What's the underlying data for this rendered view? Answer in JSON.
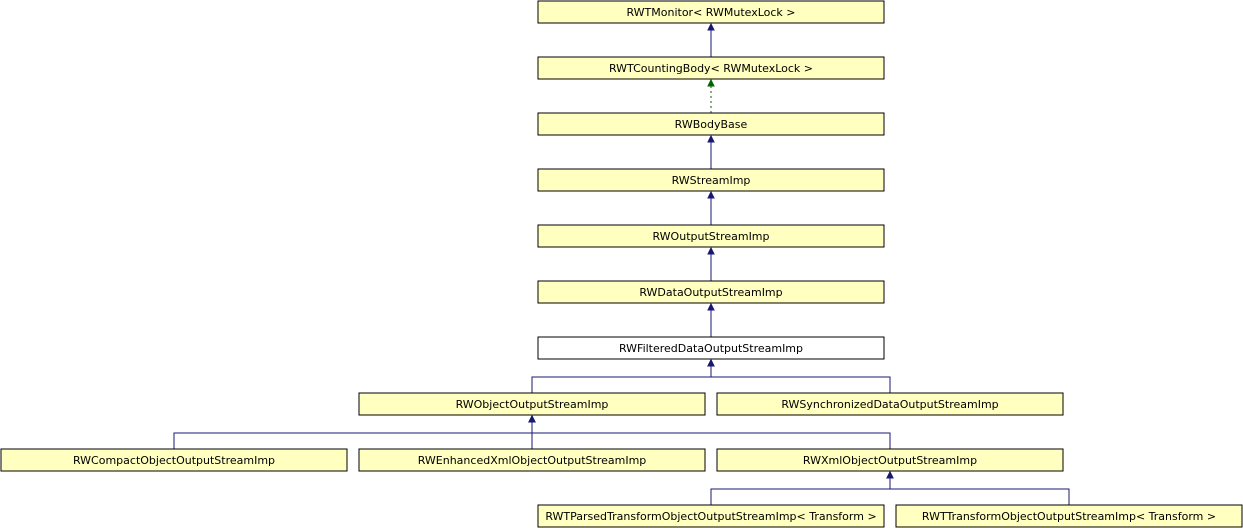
{
  "colors": {
    "node_fill": "#ffffc0",
    "current_node_fill": "#ffffff",
    "edge_inheritance": "#191970",
    "edge_template": "#006400"
  },
  "nodes": {
    "rwtmonitor": "RWTMonitor< RWMutexLock >",
    "rwtcountingbody": "RWTCountingBody< RWMutexLock >",
    "rwbodybase": "RWBodyBase",
    "rwstreamimp": "RWStreamImp",
    "rwoutputstreamimp": "RWOutputStreamImp",
    "rwdataoutputstreamimp": "RWDataOutputStreamImp",
    "rwfiltereddataoutputstreamimp": "RWFilteredDataOutputStreamImp",
    "rwobjectoutputstreamimp": "RWObjectOutputStreamImp",
    "rwsynchronizeddataoutputstreamimp": "RWSynchronizedDataOutputStreamImp",
    "rwcompactobjectoutputstreamimp": "RWCompactObjectOutputStreamImp",
    "rwenhancedxmlobjectoutputstreamimp": "RWEnhancedXmlObjectOutputStreamImp",
    "rwxmlobjectoutputstreamimp": "RWXmlObjectOutputStreamImp",
    "rwtparsedtransformobjectoutputstreamimp": "RWTParsedTransformObjectOutputStreamImp< Transform >",
    "rwttransformobjectoutputstreamimp": "RWTTransformObjectOutputStreamImp< Transform >"
  },
  "current_node": "rwfiltereddataoutputstreamimp",
  "edges": [
    {
      "from": "rwtcountingbody",
      "to": "rwtmonitor",
      "style": "solid"
    },
    {
      "from": "rwbodybase",
      "to": "rwtcountingbody",
      "style": "dashed"
    },
    {
      "from": "rwstreamimp",
      "to": "rwbodybase",
      "style": "solid"
    },
    {
      "from": "rwoutputstreamimp",
      "to": "rwstreamimp",
      "style": "solid"
    },
    {
      "from": "rwdataoutputstreamimp",
      "to": "rwoutputstreamimp",
      "style": "solid"
    },
    {
      "from": "rwfiltereddataoutputstreamimp",
      "to": "rwdataoutputstreamimp",
      "style": "solid"
    },
    {
      "from": "rwobjectoutputstreamimp",
      "to": "rwfiltereddataoutputstreamimp",
      "style": "solid"
    },
    {
      "from": "rwsynchronizeddataoutputstreamimp",
      "to": "rwfiltereddataoutputstreamimp",
      "style": "solid"
    },
    {
      "from": "rwcompactobjectoutputstreamimp",
      "to": "rwobjectoutputstreamimp",
      "style": "solid"
    },
    {
      "from": "rwenhancedxmlobjectoutputstreamimp",
      "to": "rwobjectoutputstreamimp",
      "style": "solid"
    },
    {
      "from": "rwxmlobjectoutputstreamimp",
      "to": "rwobjectoutputstreamimp",
      "style": "solid"
    },
    {
      "from": "rwtparsedtransformobjectoutputstreamimp",
      "to": "rwxmlobjectoutputstreamimp",
      "style": "solid"
    },
    {
      "from": "rwttransformobjectoutputstreamimp",
      "to": "rwxmlobjectoutputstreamimp",
      "style": "solid"
    }
  ]
}
